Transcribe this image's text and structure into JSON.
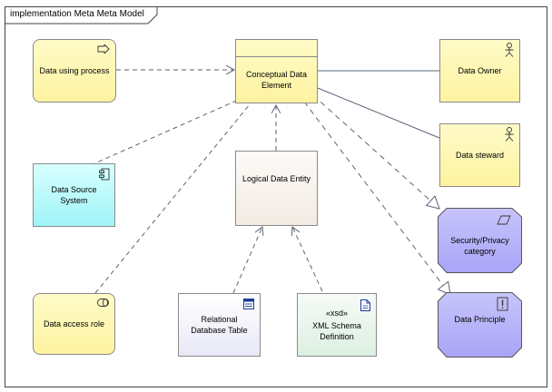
{
  "diagram": {
    "title": "implementation Meta Meta Model",
    "nodes": {
      "data_using_process": "Data using process",
      "conceptual_data_element": "Conceptual Data Element",
      "data_owner": "Data Owner",
      "data_steward": "Data steward",
      "data_source_system": "Data Source System",
      "logical_data_entity": "Logical Data Entity",
      "security_privacy": "Security/Privacy category",
      "data_access_role": "Data access role",
      "relational_db_table": "Relational Database Table",
      "xml_schema": "XML Schema Definition",
      "xml_stereotype": "«xsd»",
      "data_principle": "Data Principle"
    },
    "colors": {
      "yellow": "#fdf3a0",
      "cyan": "#9ff4f8",
      "purple": "#a9a4f7",
      "line": "#5a6478"
    }
  }
}
